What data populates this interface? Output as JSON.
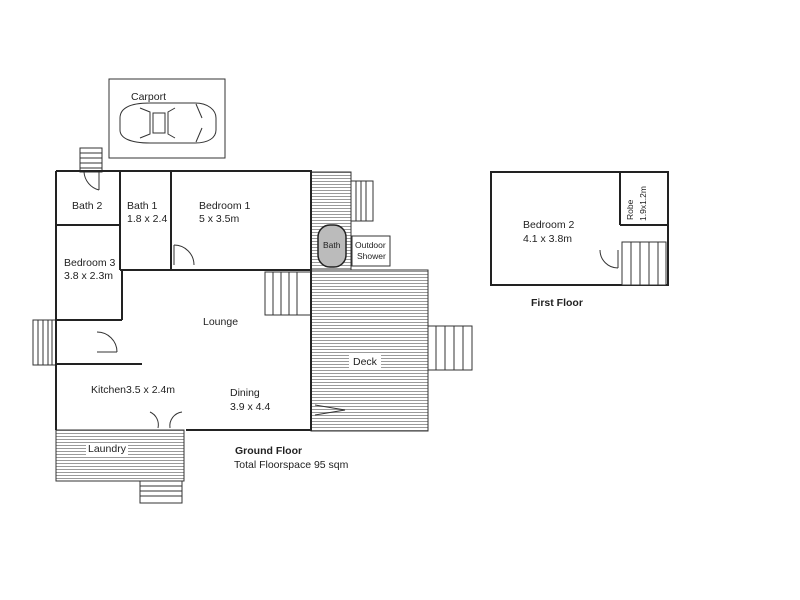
{
  "carport": {
    "label": "Carport"
  },
  "ground_floor": {
    "rooms": {
      "bath2": {
        "name": "Bath 2"
      },
      "bath1": {
        "name": "Bath 1",
        "size": "1.8 x 2.4"
      },
      "bedroom1": {
        "name": "Bedroom 1",
        "size": "5 x 3.5m"
      },
      "bedroom3": {
        "name": "Bedroom 3",
        "size": "3.8 x 2.3m"
      },
      "lounge": {
        "name": "Lounge"
      },
      "kitchen": {
        "name": "Kitchen3.5 x 2.4m"
      },
      "dining": {
        "name": "Dining",
        "size": "3.9 x 4.4"
      },
      "laundry": {
        "name": "Laundry"
      },
      "deck": {
        "name": "Deck"
      },
      "bath_tub": {
        "name": "Bath"
      },
      "outdoor_shower": {
        "line1": "Outdoor",
        "line2": "Shower"
      }
    },
    "title": "Ground Floor",
    "floorspace": "Total Floorspace 95 sqm"
  },
  "first_floor": {
    "title": "First Floor",
    "rooms": {
      "bedroom2": {
        "name": "Bedroom 2",
        "size": "4.1 x 3.8m"
      },
      "robe": {
        "name": "Robe",
        "size": "1.9x1.2m"
      }
    }
  }
}
